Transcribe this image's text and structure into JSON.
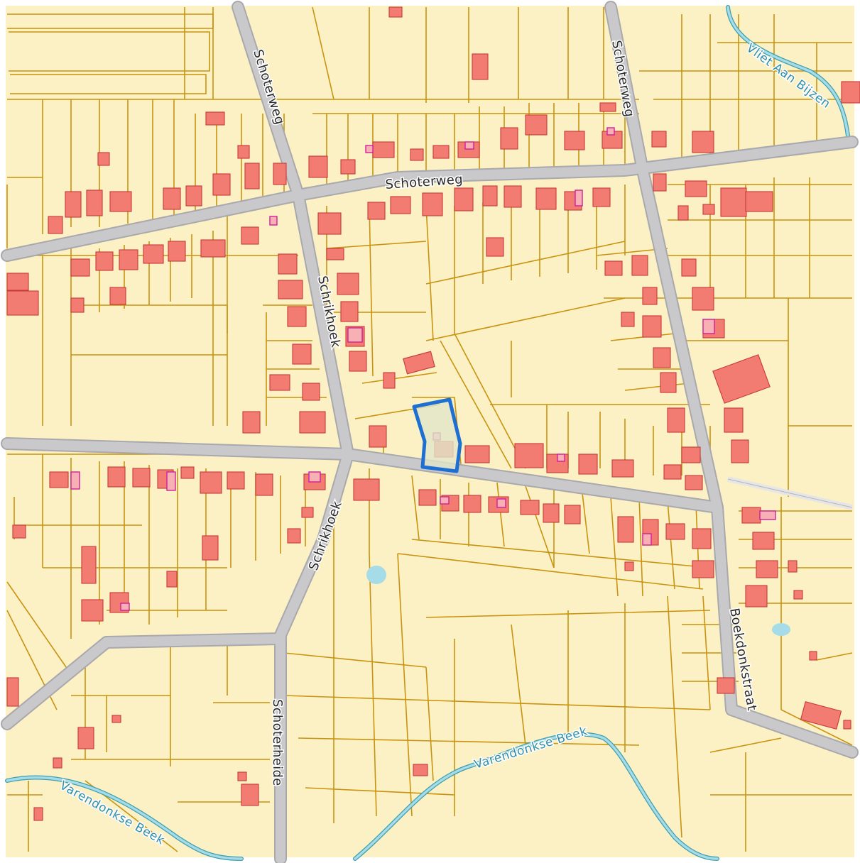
{
  "map": {
    "colors": {
      "land": "#fcf1c4",
      "parcel_line": "#c8930f",
      "road": "#c9c9cc",
      "building": "#f27c72",
      "annex": "#f7b0b3",
      "water": "#a6dbe8",
      "selection": "#1e6fd2"
    },
    "labels": {
      "schoterweg_top_left": "Schoterweg",
      "schoterweg_top_right": "Schoterweg",
      "schoterweg_main": "Schoterweg",
      "schrikhoek_north": "Schrikhoek",
      "schrikhoek_south": "Schrikhoek",
      "schoterheide": "Schoterheide",
      "boekdonkstraat": "Boekdonkstraat",
      "vliet": "Vliet Aan Bijzen",
      "varendonkse_beek_center": "Varendonkse Beek",
      "varendonkse_beek_left": "Varendonkse Beek"
    },
    "selected_parcel": {
      "icon": "selected-parcel-outline"
    }
  }
}
